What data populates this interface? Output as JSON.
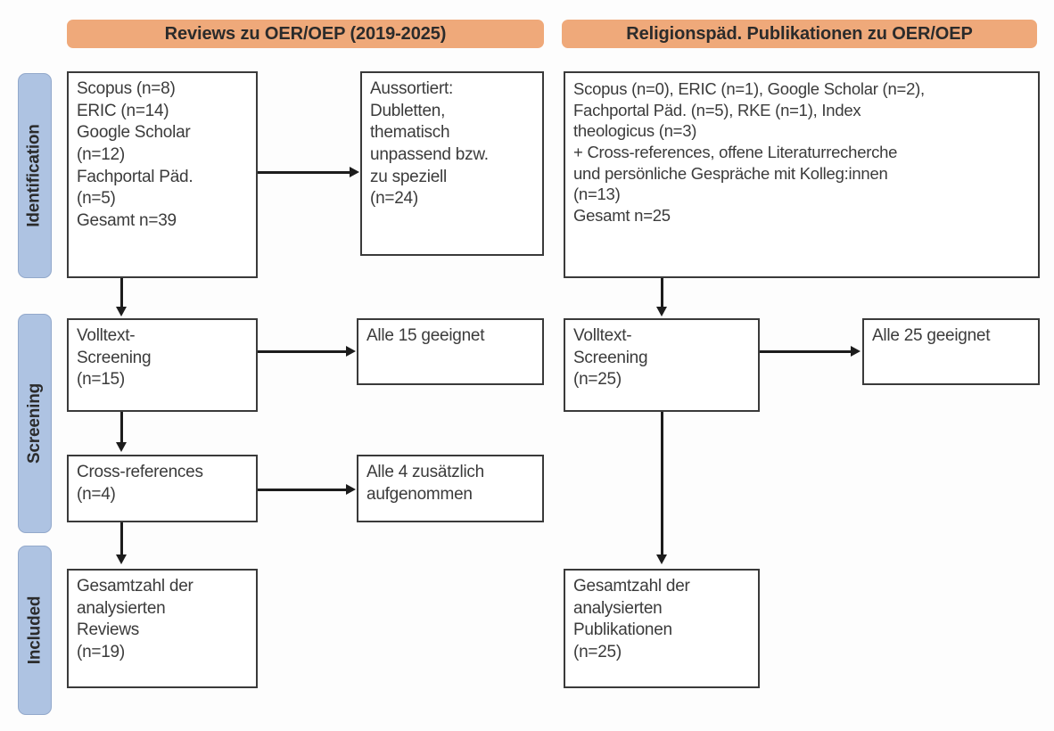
{
  "diagram": {
    "type": "prisma-flow-diagram",
    "columns": [
      {
        "id": "reviews",
        "header": "Reviews zu OER/OEP (2019-2025)",
        "boxes": {
          "identification": "Scopus (n=8)\nERIC (n=14)\nGoogle Scholar\n(n=12)\nFachportal Päd.\n(n=5)\nGesamt n=39",
          "excluded": "Aussortiert:\nDubletten,\nthematisch\nunpassend bzw.\nzu speziell\n(n=24)",
          "fulltext": "Volltext-\nScreening\n(n=15)",
          "fulltext_result": "Alle 15 geeignet",
          "crossrefs": "Cross-references\n(n=4)",
          "crossrefs_result": "Alle 4 zusätzlich\naufgenommen",
          "included": "Gesamtzahl der\nanalysierten\nReviews\n(n=19)"
        }
      },
      {
        "id": "publications",
        "header": "Religionspäd. Publikationen zu OER/OEP",
        "boxes": {
          "identification": "Scopus (n=0), ERIC (n=1), Google Scholar (n=2),\nFachportal Päd. (n=5), RKE (n=1), Index\ntheologicus (n=3)\n+ Cross-references, offene Literaturrecherche\nund persönliche Gespräche mit Kolleg:innen\n(n=13)\nGesamt n=25",
          "fulltext": "Volltext-\nScreening\n(n=25)",
          "fulltext_result": "Alle 25 geeignet",
          "included": "Gesamtzahl der\nanalysierten\nPublikationen\n(n=25)"
        }
      }
    ],
    "stages": [
      {
        "id": "identification",
        "label": "Identification"
      },
      {
        "id": "screening",
        "label": "Screening"
      },
      {
        "id": "included",
        "label": "Included"
      }
    ],
    "colors": {
      "header_orange": "#efa97a",
      "stage_blue": "#aec3e2",
      "box_border": "#3a3a3a",
      "connector": "#1c1c1c",
      "text": "#3b3b3b"
    }
  }
}
